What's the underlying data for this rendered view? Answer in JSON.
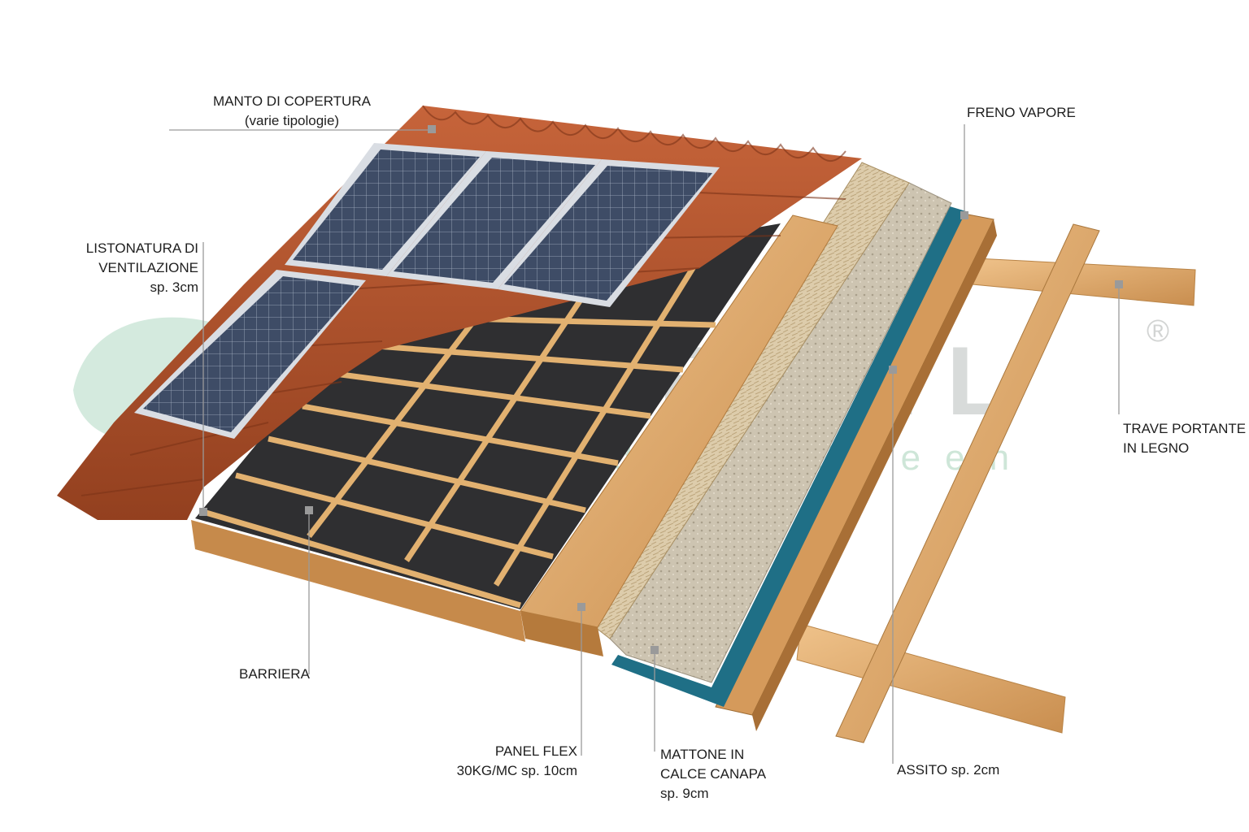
{
  "labels": {
    "manto": [
      "MANTO DI COPERTURA",
      "(varie tipologie)"
    ],
    "listonatura": [
      "LISTONATURA DI",
      "VENTILAZIONE",
      "sp. 3cm"
    ],
    "barriera": [
      "BARRIERA"
    ],
    "panel_flex": [
      "PANEL FLEX",
      "30KG/MC sp. 10cm"
    ],
    "mattone": [
      "MATTONE IN",
      "CALCE CANAPA",
      "sp. 9cm"
    ],
    "assito": [
      "ASSITO sp. 2cm"
    ],
    "freno": [
      "FRENO VAPORE"
    ],
    "trave": [
      "TRAVE PORTANTE",
      "IN LEGNO"
    ]
  },
  "watermark": {
    "brand": "BIO LEVEL",
    "tagline": "Building Green",
    "mark": "®"
  },
  "colors": {
    "tile": "#b5532f",
    "tile_dark": "#8f3a1d",
    "solar": "#3c4a63",
    "solar_frame": "#d9dde3",
    "barrier": "#2e2e30",
    "batten": "#e2b170",
    "insulation": "#d8c8a8",
    "hemp_brick": "#cfc7b6",
    "vapour": "#1f6f86",
    "wood": "#d9a262",
    "leader": "#9a9a9a"
  }
}
